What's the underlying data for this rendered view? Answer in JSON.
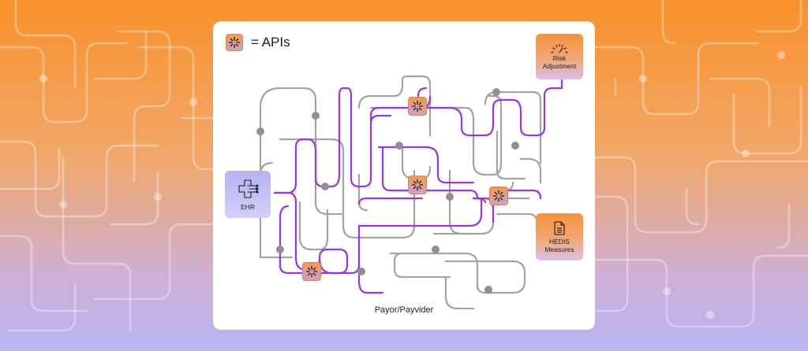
{
  "legend": {
    "label": "= APIs",
    "icon": "api-starburst-icon"
  },
  "nodes": {
    "risk": {
      "label_line1": "Risk",
      "label_line2": "Adjustment",
      "icon": "gauge-icon"
    },
    "ehr": {
      "label": "EHR",
      "icon": "circuit-cross-icon"
    },
    "hedis": {
      "label_line1": "HEDIS",
      "label_line2": "Measures",
      "icon": "document-icon"
    }
  },
  "footer": {
    "label": "Payor/Payvider"
  },
  "colors": {
    "accent_purple": "#9b33e6",
    "path_gray": "#a3a3a3",
    "api_orange": "#f59a4a",
    "background_top": "#f9912b",
    "background_bottom": "#b9b4f2"
  }
}
